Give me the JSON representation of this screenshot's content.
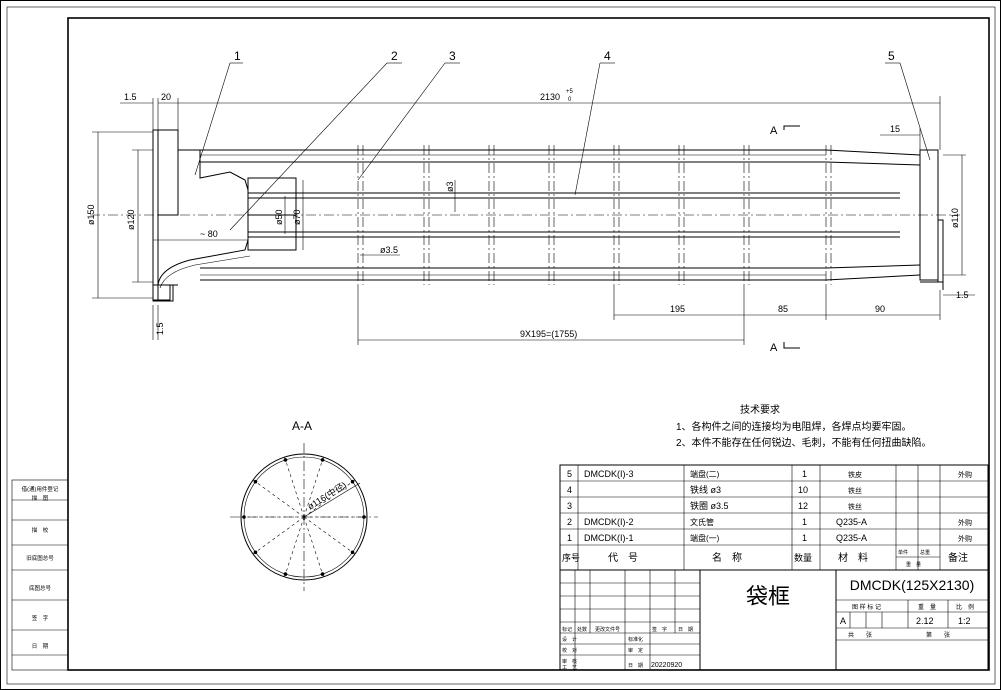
{
  "dimensions": {
    "d_1_5_top": "1.5",
    "d_20": "20",
    "d_overall": "2130",
    "d_overall_tol": "+5",
    "d_overall_tol_low": "0",
    "d_15_top": "15",
    "d_150": "ø150",
    "d_120": "ø120",
    "d_80": "~ 80",
    "d_50": "ø50",
    "d_70": "ø70",
    "d_3": "ø3",
    "d_3_5": "ø3.5",
    "d_110": "ø110",
    "d_1_5_right": "1.5",
    "d_1_5_left": "1.5",
    "d_195": "195",
    "d_85": "85",
    "d_90": "90",
    "d_9x195": "9X195=(1755)",
    "d_116": "ø116(中径)"
  },
  "balloons": [
    "1",
    "2",
    "3",
    "4",
    "5"
  ],
  "section_marks": {
    "top": "A",
    "bottom": "A"
  },
  "section_title": "A-A",
  "tech": {
    "title": "技术要求",
    "line1": "1、各构件之间的连接均为电阻焊，各焊点均要牢固。",
    "line2": "2、本件不能存在任何锐边、毛刺，不能有任何扭曲缺陷。"
  },
  "parts": [
    {
      "no": "5",
      "code": "DMCDK(I)-3",
      "name": "端盘(二)",
      "qty": "1",
      "material": "铁皮",
      "note": "外购"
    },
    {
      "no": "4",
      "code": "",
      "name": "铁线 ø3",
      "qty": "10",
      "material": "铁丝",
      "note": ""
    },
    {
      "no": "3",
      "code": "",
      "name": "铁圈 ø3.5",
      "qty": "12",
      "material": "铁丝",
      "note": ""
    },
    {
      "no": "2",
      "code": "DMCDK(I)-2",
      "name": "文氏管",
      "qty": "1",
      "material": "Q235-A",
      "note": "外购"
    },
    {
      "no": "1",
      "code": "DMCDK(I)-1",
      "name": "端盘(一)",
      "qty": "1",
      "material": "Q235-A",
      "note": "外购"
    }
  ],
  "parts_header": {
    "no": "序号",
    "code": "代　号",
    "name": "名　称",
    "qty": "数量",
    "material": "材　料",
    "unit_weight": "单件",
    "total_weight": "总重",
    "weight": "重　量",
    "note": "备注"
  },
  "title_block": {
    "part_name": "袋框",
    "drawing_no": "DMCDK(125X2130)",
    "stage_label": "图 样 标 记",
    "weight_label": "重　量",
    "scale_label": "比　例",
    "stage": "A",
    "weight": "2.12",
    "scale": "1:2",
    "sheets_total": "共　　张",
    "sheet_no": "第　　张",
    "rev_mark": "标记",
    "rev_count": "处数",
    "rev_doc": "更改文件号",
    "rev_sign": "签　字",
    "rev_date": "日　期",
    "design": "设　计",
    "check": "校　对",
    "review": "审　核",
    "process": "工　艺",
    "standard": "标准化",
    "approve": "审　定",
    "date_label": "日　期",
    "date": "20220920"
  },
  "side_labels": {
    "s1": "借(通)用件登记",
    "s2": "描　图",
    "s3": "描　校",
    "s4": "旧底图总号",
    "s5": "底图总号",
    "s6": "签　字",
    "s7": "日　期"
  }
}
